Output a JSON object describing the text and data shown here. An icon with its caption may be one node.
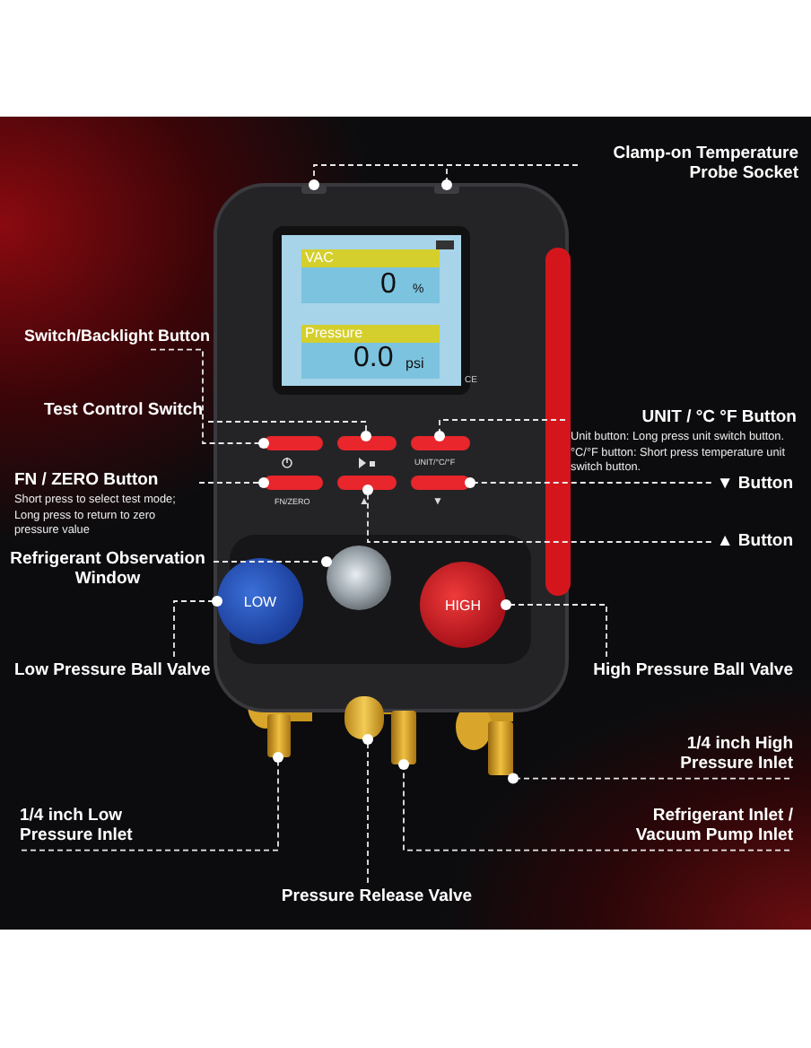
{
  "diagram": {
    "nodes": [
      {
        "text": [
          "Clamp-on Temperature Probe Socket"
        ]
      },
      {
        "text": [],
        "shape": "box"
      },
      {
        "text": [],
        "shape": "box"
      },
      {
        "text": [
          "Switch/Backlight Button"
        ]
      },
      {
        "text": [
          "Test Control Switch"
        ]
      },
      {
        "text": [
          "UNIT / °C °F Button",
          "Unit button: Long press unit switch button. °C/°F button: Short press temperature unit switch button."
        ]
      },
      {
        "text": [],
        "shape": "box"
      },
      {
        "text": [],
        "shape": "box"
      },
      {
        "text": [],
        "shape": "box"
      },
      {
        "text": [],
        "shape": "box"
      },
      {
        "text": [],
        "shape": "box"
      },
      {
        "text": [],
        "shape": "box"
      },
      {
        "text": [
          "FN / ZERO  Button",
          "Short press to select test mode; Long press to return to zero pressure value"
        ]
      },
      {
        "text": [
          "▼ Button"
        ]
      },
      {
        "text": [
          "▲ Button"
        ]
      },
      {
        "text": [
          "Refrigerant Observation Window"
        ]
      },
      {
        "text": [],
        "shape": "circle"
      },
      {
        "text": [
          "LOW"
        ]
      },
      {
        "text": [
          "HIGH"
        ]
      },
      {
        "text": [
          "Low Pressure Ball Valve"
        ]
      },
      {
        "text": [
          "High Pressure Ball Valve"
        ]
      },
      {
        "text": [],
        "shape": "box"
      },
      {
        "text": [],
        "shape": "box"
      },
      {
        "text": [],
        "shape": "box"
      },
      {
        "text": [],
        "shape": "box"
      },
      {
        "text": [
          "1/4 inch High Pressure Inlet"
        ]
      },
      {
        "text": [
          "1/4 inch Low Pressure Inlet"
        ]
      },
      {
        "text": [
          "Refrigerant Inlet / Vacuum Pump Inlet"
        ]
      },
      {
        "text": [
          "Pressure Release Valve"
        ]
      }
    ],
    "edges": [
      {
        "from": 0,
        "to": 1,
        "arrow": "other"
      },
      {
        "from": 0,
        "to": 2,
        "arrow": "other"
      },
      {
        "from": 3,
        "to": 6,
        "arrow": "other"
      },
      {
        "from": 4,
        "to": 7,
        "arrow": "other"
      },
      {
        "from": 5,
        "to": 8,
        "arrow": "other"
      },
      {
        "from": 12,
        "to": 9,
        "arrow": "other"
      },
      {
        "from": 13,
        "to": 11,
        "arrow": "other"
      },
      {
        "from": 14,
        "to": 10,
        "arrow": "other"
      },
      {
        "from": 15,
        "to": 16,
        "arrow": "other"
      },
      {
        "from": 19,
        "to": 17,
        "arrow": "other"
      },
      {
        "from": 20,
        "to": 18,
        "arrow": "other"
      },
      {
        "from": 26,
        "to": 21,
        "arrow": "other"
      },
      {
        "from": 28,
        "to": 22,
        "arrow": "other"
      },
      {
        "from": 27,
        "to": 23,
        "arrow": "other"
      },
      {
        "from": 25,
        "to": 24,
        "arrow": "other"
      }
    ],
    "labels": [
      "VAC",
      "0",
      "%",
      "Pressure",
      "0.0",
      "psi",
      "CE",
      "UNIT/°C/°F",
      "FN/ZERO",
      "▲",
      "▼"
    ]
  }
}
